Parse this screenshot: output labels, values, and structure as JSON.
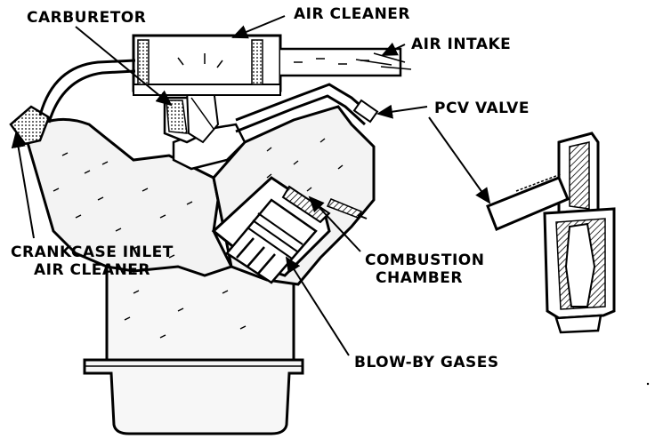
{
  "labels": {
    "carburetor": "CARBURETOR",
    "air_cleaner": "AIR CLEANER",
    "air_intake": "AIR INTAKE",
    "pcv_valve": "PCV VALVE",
    "crankcase_line1": "CRANKCASE INLET",
    "crankcase_line2": "AIR CLEANER",
    "combustion_line1": "COMBUSTION",
    "combustion_line2": "CHAMBER",
    "blow_by": "BLOW-BY GASES"
  },
  "colors": {
    "ink": "#000000",
    "paper": "#ffffff",
    "fill": "#f2f2f2"
  }
}
